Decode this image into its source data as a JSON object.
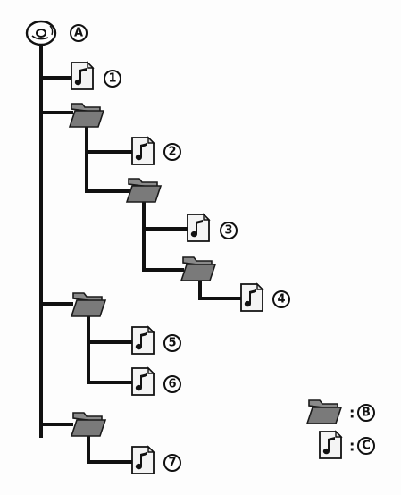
{
  "diagram": {
    "root": {
      "marker": "A",
      "icon": "disc-icon"
    },
    "files": [
      {
        "marker": "1"
      },
      {
        "marker": "2"
      },
      {
        "marker": "3"
      },
      {
        "marker": "4"
      },
      {
        "marker": "5"
      },
      {
        "marker": "6"
      },
      {
        "marker": "7"
      }
    ],
    "legend": [
      {
        "icon": "folder-icon",
        "separator": ":",
        "marker": "B"
      },
      {
        "icon": "music-file-icon",
        "separator": ":",
        "marker": "C"
      }
    ]
  }
}
